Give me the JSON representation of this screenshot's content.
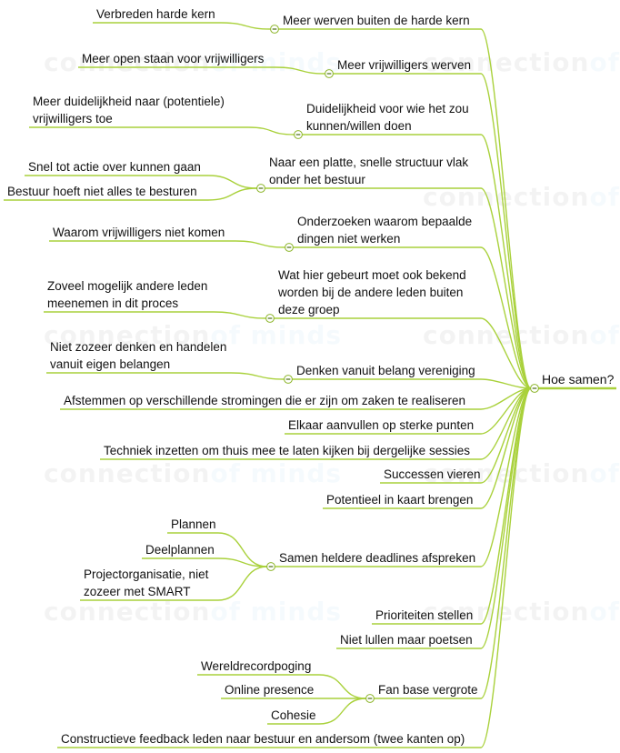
{
  "watermark": {
    "part1": "connection",
    "part2": "of minds"
  },
  "root": {
    "label": "Hoe samen?"
  },
  "branches": [
    {
      "lines": [
        "Meer werven buiten de harde kern"
      ],
      "children": [
        {
          "lines": [
            "Verbreden harde kern"
          ]
        }
      ]
    },
    {
      "lines": [
        "Meer vrijwilligers werven"
      ],
      "children": [
        {
          "lines": [
            "Meer open staan voor vrijwilligers"
          ]
        }
      ]
    },
    {
      "lines": [
        "Duidelijkheid voor wie het zou",
        "kunnen/willen doen"
      ],
      "children": [
        {
          "lines": [
            "Meer duidelijkheid naar (potentiele)",
            "vrijwilligers toe"
          ]
        }
      ]
    },
    {
      "lines": [
        "Naar een platte, snelle structuur vlak",
        "onder het bestuur"
      ],
      "children": [
        {
          "lines": [
            "Snel tot actie over kunnen gaan"
          ]
        },
        {
          "lines": [
            "Bestuur hoeft niet alles te besturen"
          ]
        }
      ]
    },
    {
      "lines": [
        "Onderzoeken waarom bepaalde",
        "dingen niet werken"
      ],
      "children": [
        {
          "lines": [
            "Waarom vrijwilligers niet komen"
          ]
        }
      ]
    },
    {
      "lines": [
        "Wat hier gebeurt moet ook bekend",
        "worden bij de andere leden buiten",
        "deze groep"
      ],
      "children": [
        {
          "lines": [
            "Zoveel mogelijk andere leden",
            "meenemen in dit proces"
          ]
        }
      ]
    },
    {
      "lines": [
        "Denken vanuit belang vereniging"
      ],
      "children": [
        {
          "lines": [
            "Niet zozeer denken en handelen",
            "vanuit eigen belangen"
          ]
        }
      ]
    },
    {
      "lines": [
        "Afstemmen op verschillende stromingen die er zijn om zaken te realiseren"
      ],
      "children": []
    },
    {
      "lines": [
        "Elkaar aanvullen op sterke punten"
      ],
      "children": []
    },
    {
      "lines": [
        "Techniek inzetten om thuis mee te laten kijken bij dergelijke sessies"
      ],
      "children": []
    },
    {
      "lines": [
        "Successen vieren"
      ],
      "children": []
    },
    {
      "lines": [
        "Potentieel in kaart brengen"
      ],
      "children": []
    },
    {
      "lines": [
        "Samen heldere deadlines afspreken"
      ],
      "children": [
        {
          "lines": [
            "Plannen"
          ]
        },
        {
          "lines": [
            "Deelplannen"
          ]
        },
        {
          "lines": [
            "Projectorganisatie, niet",
            "zozeer met SMART"
          ]
        }
      ]
    },
    {
      "lines": [
        "Prioriteiten stellen"
      ],
      "children": []
    },
    {
      "lines": [
        "Niet lullen maar poetsen"
      ],
      "children": []
    },
    {
      "lines": [
        "Fan base vergrote"
      ],
      "children": [
        {
          "lines": [
            "Wereldrecordpoging"
          ]
        },
        {
          "lines": [
            "Online presence"
          ]
        },
        {
          "lines": [
            "Cohesie"
          ]
        }
      ]
    },
    {
      "lines": [
        "Constructieve feedback leden naar bestuur en andersom (twee kanten op)"
      ],
      "children": []
    }
  ],
  "colors": {
    "edge": "#a9d13b",
    "toggle_border": "#8cb52a",
    "text": "#111111"
  }
}
